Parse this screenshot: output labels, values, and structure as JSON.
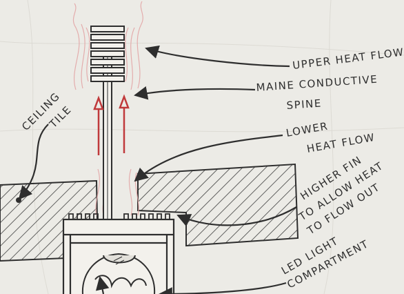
{
  "labels": {
    "upper_heat_flow": "UPPER HEAT FLOW",
    "main_spine_line1": "MAINE CONDUCTIVE",
    "main_spine_line2": "SPINE",
    "lower_heat_line1": "LOWER",
    "lower_heat_line2": "HEAT FLOW",
    "ceiling_line1": "CEILING",
    "ceiling_line2": "TILE",
    "higher_fin_line1": "HIGHER FIN",
    "higher_fin_line2": "TO ALLOW HEAT",
    "higher_fin_line3": "TO FLOW OUT",
    "led_line1": "LED LIGHT",
    "led_line2": "COMPARTMENT"
  },
  "colors": {
    "paper": "#ecebe6",
    "ink": "#2e2e2e",
    "heat_arrow": "#c0393b",
    "heat_wisp": "#e3a6a6"
  }
}
